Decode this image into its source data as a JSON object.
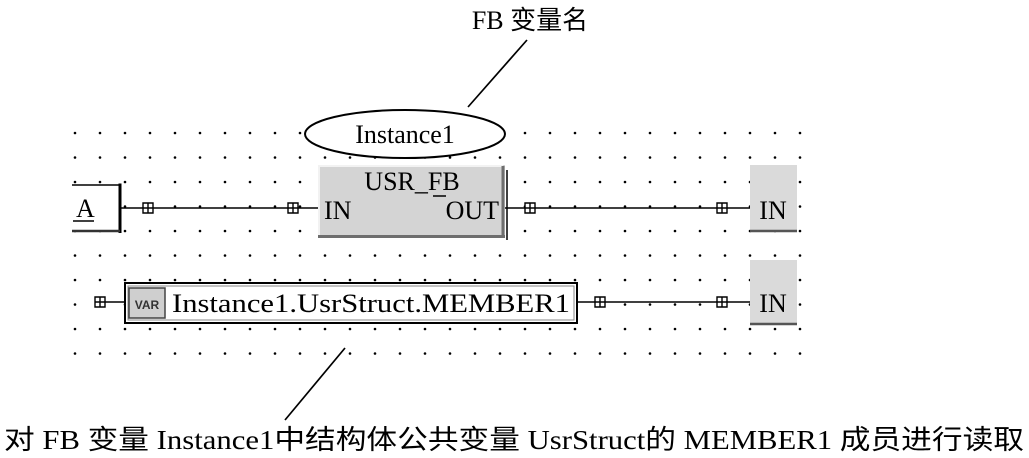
{
  "annotations": {
    "top_label": "FB 变量名",
    "bottom_caption": "对 FB 变量 Instance1中结构体公共变量 UsrStruct的 MEMBER1 成员进行读取"
  },
  "rung1": {
    "input_variable": "A",
    "instance_name": "Instance1",
    "block_type": "USR_FB",
    "block_input_pin": "IN",
    "block_output_pin": "OUT",
    "output_variable": "IN"
  },
  "rung2": {
    "var_icon_label": "VAR",
    "member_expression": "Instance1.UsrStruct.MEMBER1",
    "output_variable": "IN"
  },
  "colors": {
    "background": "#ffffff",
    "block_fill": "#d4d4d4",
    "output_fill": "#dadada",
    "var_icon_fill": "#cfcfcf",
    "line": "#000000"
  }
}
